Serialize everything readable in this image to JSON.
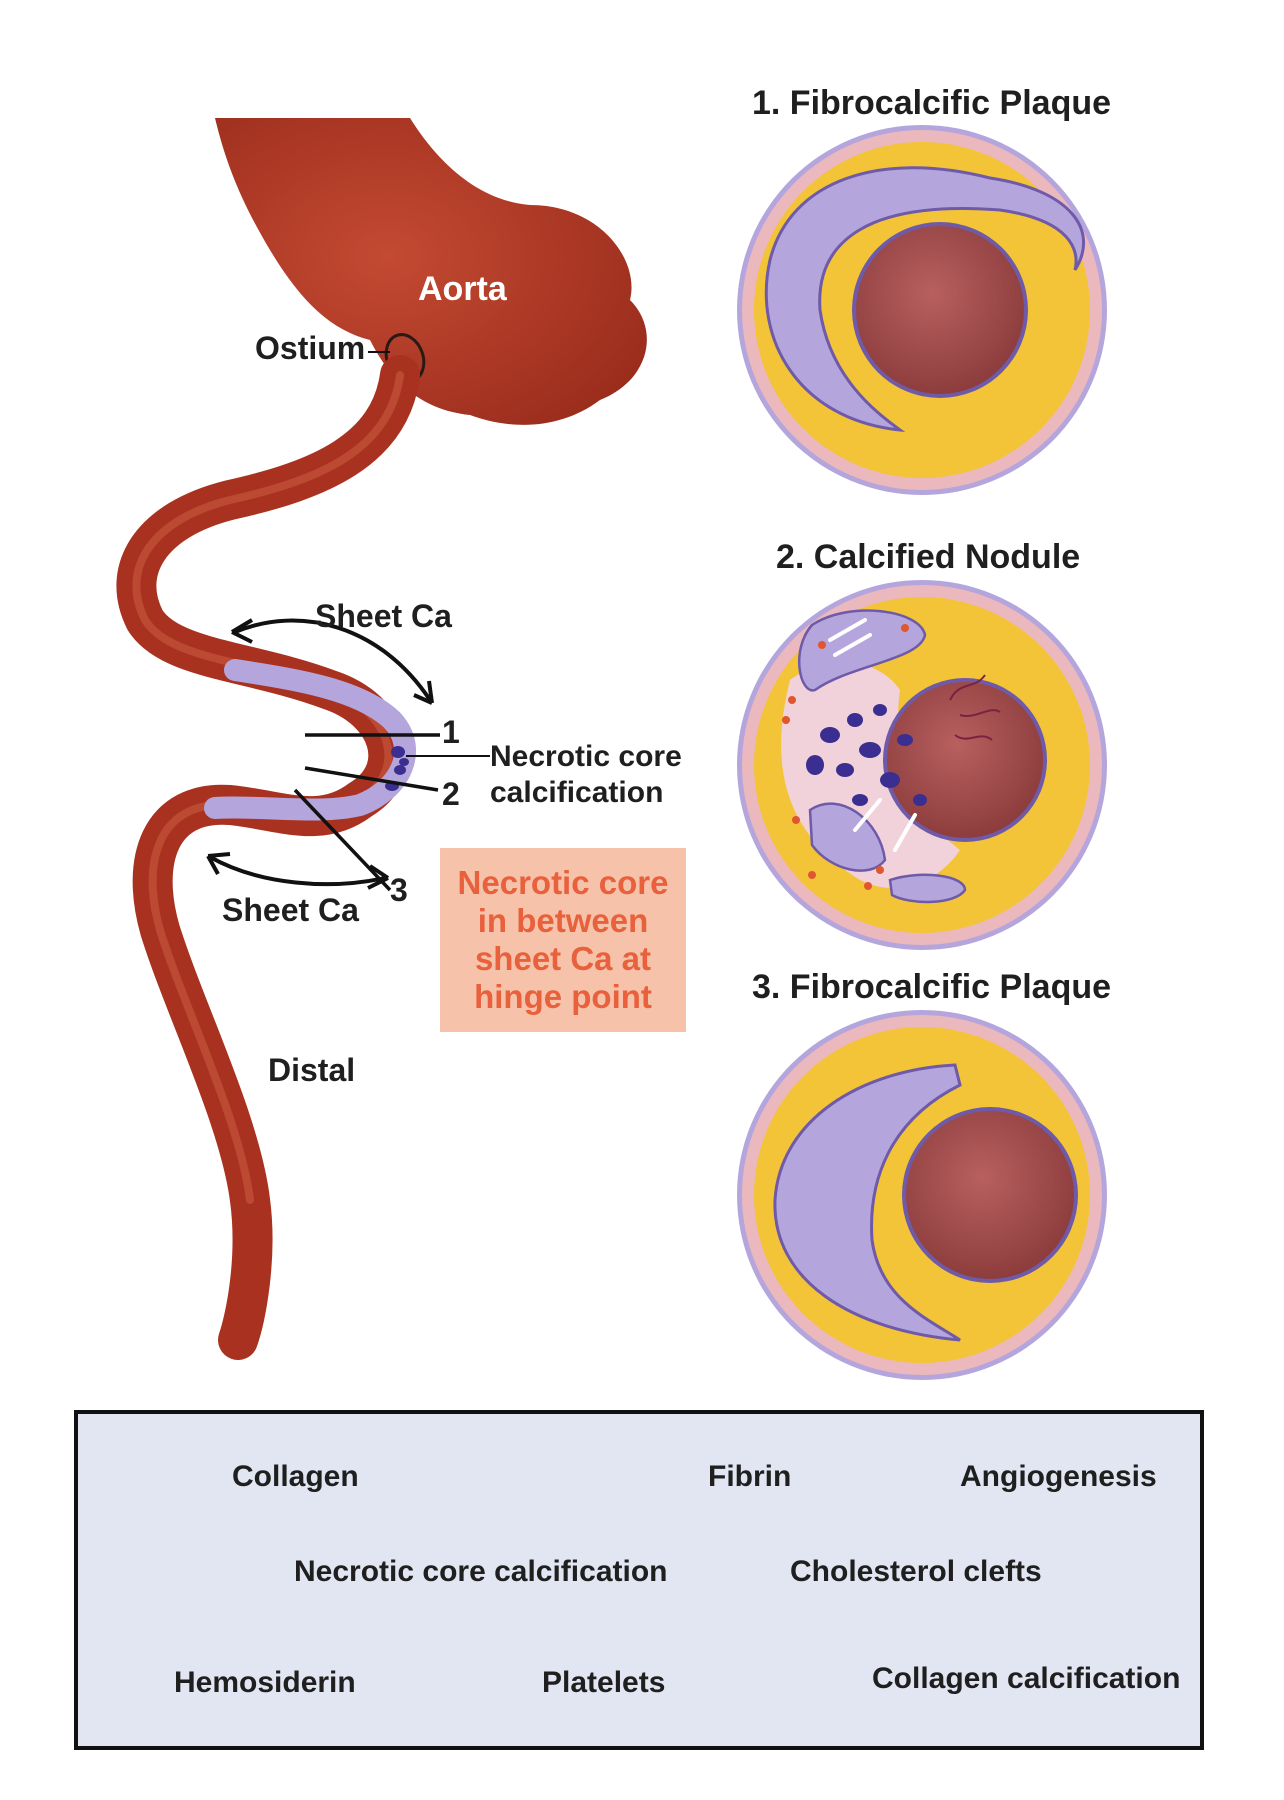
{
  "labels": {
    "aorta": "Aorta",
    "ostium": "Ostium",
    "sheet_ca_top": "Sheet Ca",
    "sheet_ca_bottom": "Sheet Ca",
    "distal": "Distal",
    "necrotic_core_calc_line1": "Necrotic core",
    "necrotic_core_calc_line2": "calcification",
    "marker_1": "1",
    "marker_2": "2",
    "marker_3": "3"
  },
  "callout": {
    "lines": [
      "Necrotic core",
      "in between",
      "sheet Ca at",
      "hinge point"
    ]
  },
  "panels": [
    {
      "title": "1. Fibrocalcific Plaque"
    },
    {
      "title": "2. Calcified Nodule"
    },
    {
      "title": "3. Fibrocalcific Plaque"
    }
  ],
  "legend": {
    "collagen": "Collagen",
    "fibrin": "Fibrin",
    "angiogenesis": "Angiogenesis",
    "necrotic_core_calcification": "Necrotic core calcification",
    "cholesterol_clefts": "Cholesterol clefts",
    "hemosiderin": "Hemosiderin",
    "platelets": "Platelets",
    "collagen_calcification": "Collagen calcification"
  },
  "colors": {
    "vessel": "#a8321f",
    "collagen": "#f3c438",
    "intima_pink": "#eab8bd",
    "lumen": "#9b4747",
    "calcification": "#b4a6dc",
    "necrotic": "#3a2f90",
    "callout_text": "#e8603c",
    "callout_bg": "#f6c2a9",
    "legend_bg": "#e2e6f2"
  }
}
